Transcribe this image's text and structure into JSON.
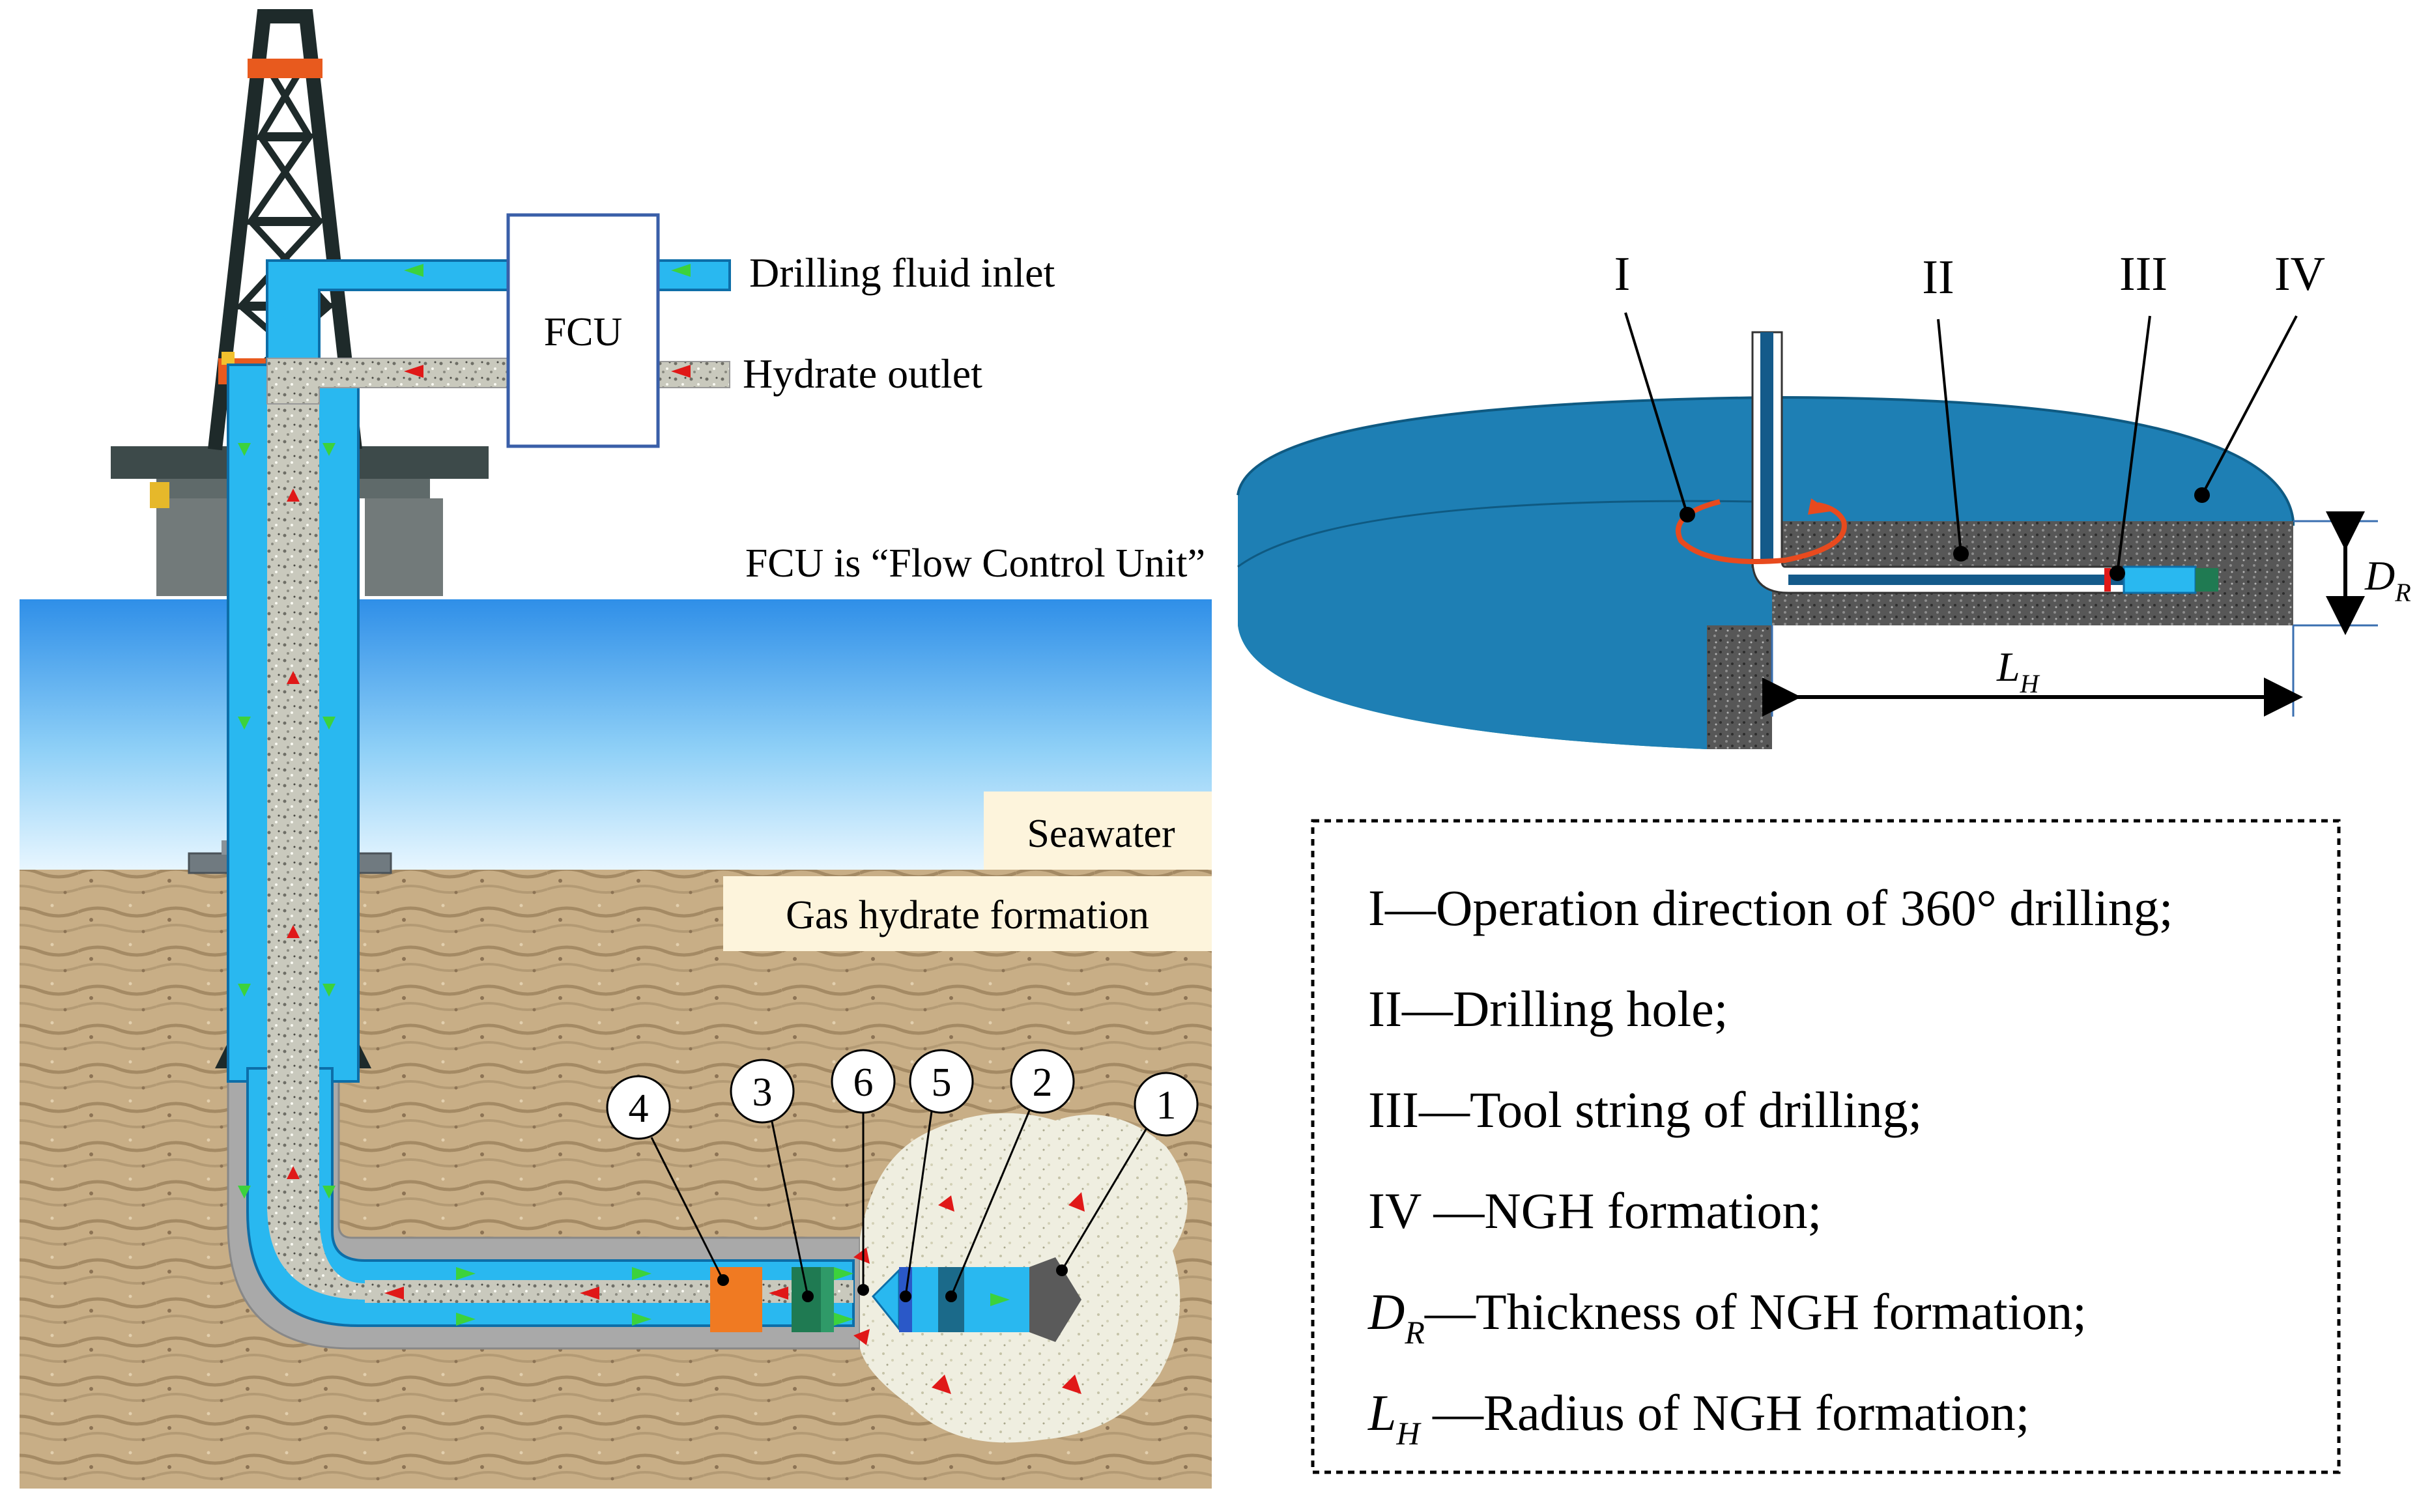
{
  "left_diagram": {
    "fcu_label": "FCU",
    "inlet_label": "Drilling fluid inlet",
    "outlet_label": "Hydrate outlet",
    "fcu_note": "FCU is “Flow Control Unit”",
    "seawater_label": "Seawater",
    "formation_label": "Gas hydrate formation",
    "callouts": [
      "1",
      "2",
      "3",
      "4",
      "5",
      "6"
    ]
  },
  "right_diagram": {
    "markers": [
      "I",
      "II",
      "III",
      "IV"
    ],
    "dr_label": "D",
    "dr_sub": "R",
    "lh_label": "L",
    "lh_sub": "H"
  },
  "legend": {
    "items": [
      {
        "prefix": "I",
        "text": "—Operation direction of 360° drilling;"
      },
      {
        "prefix": "II",
        "text": "—Drilling hole;"
      },
      {
        "prefix": "III",
        "text": "—Tool string of drilling;"
      },
      {
        "prefix": "IV ",
        "text": "—NGH formation;"
      },
      {
        "prefix": "D",
        "sub": "R",
        "text": "—Thickness of NGH formation;"
      },
      {
        "prefix": "L",
        "sub": "H",
        "text": " —Radius of NGH formation;"
      }
    ]
  },
  "colors": {
    "sea_top": "#2f8fe8",
    "sea_bottom": "#e9f6ff",
    "sand": "#c9b08a",
    "pipe_blue": "#29b8f0",
    "casing_dark": "#1a4f8a",
    "hydrate_core": "#cfcfc4",
    "green_arrow": "#3cd23c",
    "red_arrow": "#e01818",
    "formation_top": "#1e7fb4",
    "formation_side": "#22a898",
    "rock_section": "#555555",
    "drill_orange": "#f07a22",
    "drill_green": "#1f7a52"
  }
}
